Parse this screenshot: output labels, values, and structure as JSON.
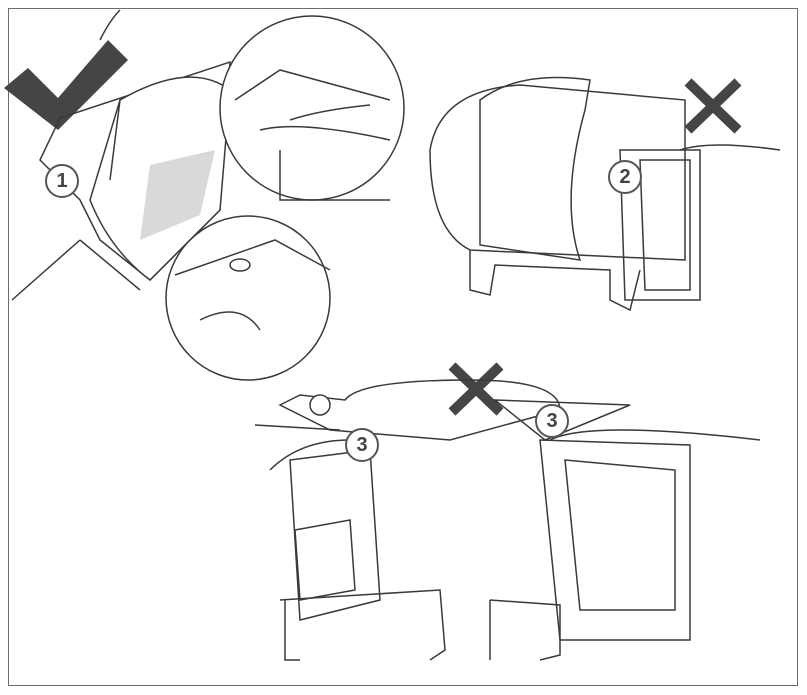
{
  "steps": [
    {
      "number": "1",
      "status": "correct"
    },
    {
      "number": "2",
      "status": "incorrect"
    },
    {
      "number": "3",
      "status": "incorrect"
    },
    {
      "number": "3",
      "status": "incorrect"
    }
  ],
  "colors": {
    "mark": "#454545",
    "line": "#3a3a3a",
    "frame": "#6d6d6d",
    "shade": "#d9d9d9"
  },
  "icons": [
    "check-mark-icon",
    "cross-mark-icon",
    "cross-mark-icon"
  ]
}
